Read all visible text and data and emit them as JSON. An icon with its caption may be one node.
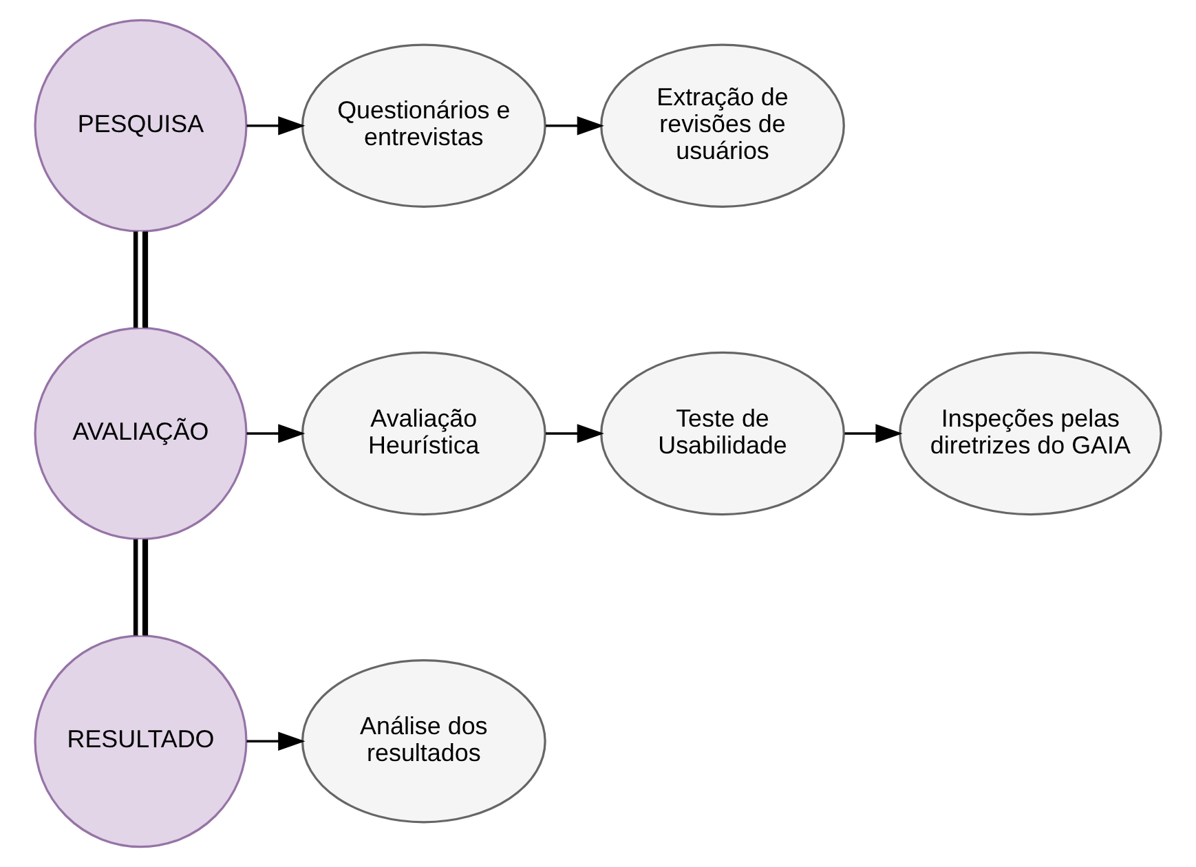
{
  "diagram": {
    "nodes": [
      {
        "text": [
          "PESQUISA"
        ]
      },
      {
        "text": [
          "Questionários e entrevistas"
        ]
      },
      {
        "text": [
          "Extração de revisões de usuários"
        ]
      },
      {
        "text": [
          "AVALIAÇÃO"
        ]
      },
      {
        "text": [
          "Avaliação Heurística"
        ]
      },
      {
        "text": [
          "Teste de Usabilidade"
        ]
      },
      {
        "text": [
          "Inspeções pelas diretrizes do GAIA"
        ]
      },
      {
        "text": [
          "RESULTADO"
        ]
      },
      {
        "text": [
          "Análise dos resultados"
        ]
      }
    ],
    "edges": [
      {
        "from": 0,
        "to": 1,
        "arrow": "to"
      },
      {
        "from": 1,
        "to": 2,
        "arrow": "to"
      },
      {
        "from": 0,
        "to": 3,
        "arrow": "none",
        "style": "thick"
      },
      {
        "from": 3,
        "to": 4,
        "arrow": "to"
      },
      {
        "from": 4,
        "to": 5,
        "arrow": "to"
      },
      {
        "from": 5,
        "to": 6,
        "arrow": "to"
      },
      {
        "from": 3,
        "to": 7,
        "arrow": "none",
        "style": "thick"
      },
      {
        "from": 7,
        "to": 8,
        "arrow": "to"
      }
    ]
  }
}
